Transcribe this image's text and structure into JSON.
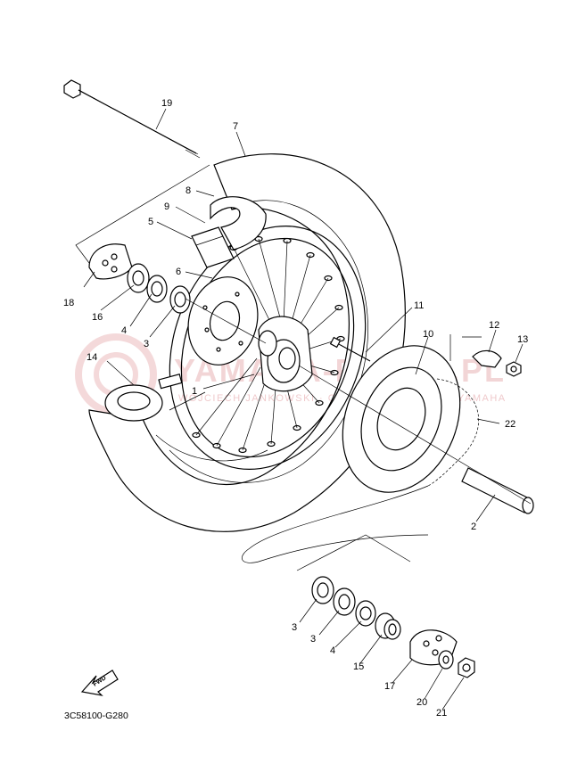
{
  "watermark": {
    "text_line1": "YAMAHA-PARTS.PL",
    "text_line2": "WOJCIECH JANKOWSKI · CZĘŚCI ORYGINALNE YAMAHA",
    "color": "#e9b3b6"
  },
  "diagram_code": "3C58100-G280",
  "fwd_label": "FWD",
  "callouts": [
    {
      "id": "c1",
      "text": "1"
    },
    {
      "id": "c2",
      "text": "2"
    },
    {
      "id": "c3a",
      "text": "3"
    },
    {
      "id": "c3b",
      "text": "3"
    },
    {
      "id": "c3c",
      "text": "3"
    },
    {
      "id": "c4a",
      "text": "4"
    },
    {
      "id": "c4b",
      "text": "4"
    },
    {
      "id": "c5",
      "text": "5"
    },
    {
      "id": "c6",
      "text": "6"
    },
    {
      "id": "c7",
      "text": "7"
    },
    {
      "id": "c8",
      "text": "8"
    },
    {
      "id": "c9",
      "text": "9"
    },
    {
      "id": "c10",
      "text": "10"
    },
    {
      "id": "c11",
      "text": "11"
    },
    {
      "id": "c12",
      "text": "12"
    },
    {
      "id": "c13",
      "text": "13"
    },
    {
      "id": "c14",
      "text": "14"
    },
    {
      "id": "c15",
      "text": "15"
    },
    {
      "id": "c16",
      "text": "16"
    },
    {
      "id": "c17",
      "text": "17"
    },
    {
      "id": "c18",
      "text": "18"
    },
    {
      "id": "c19",
      "text": "19"
    },
    {
      "id": "c20",
      "text": "20"
    },
    {
      "id": "c21",
      "text": "21"
    },
    {
      "id": "c22",
      "text": "22"
    }
  ]
}
